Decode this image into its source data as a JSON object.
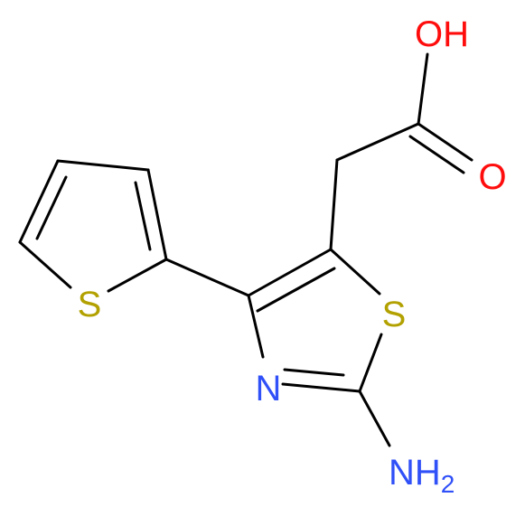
{
  "atoms": {
    "hydroxyl": {
      "text": "OH",
      "color": "#ff0d0d"
    },
    "carbonyl_oxygen": {
      "text": "O",
      "color": "#ff0d0d"
    },
    "thiazole_sulfur": {
      "text": "S",
      "color": "#b2a100"
    },
    "thiophene_sulfur": {
      "text": "S",
      "color": "#b2a100"
    },
    "thiazole_nitrogen": {
      "text": "N",
      "color": "#3050f8"
    },
    "amine": {
      "text": "NH",
      "subscript": "2",
      "color": "#3050f8"
    }
  },
  "bond_color": "#000000"
}
